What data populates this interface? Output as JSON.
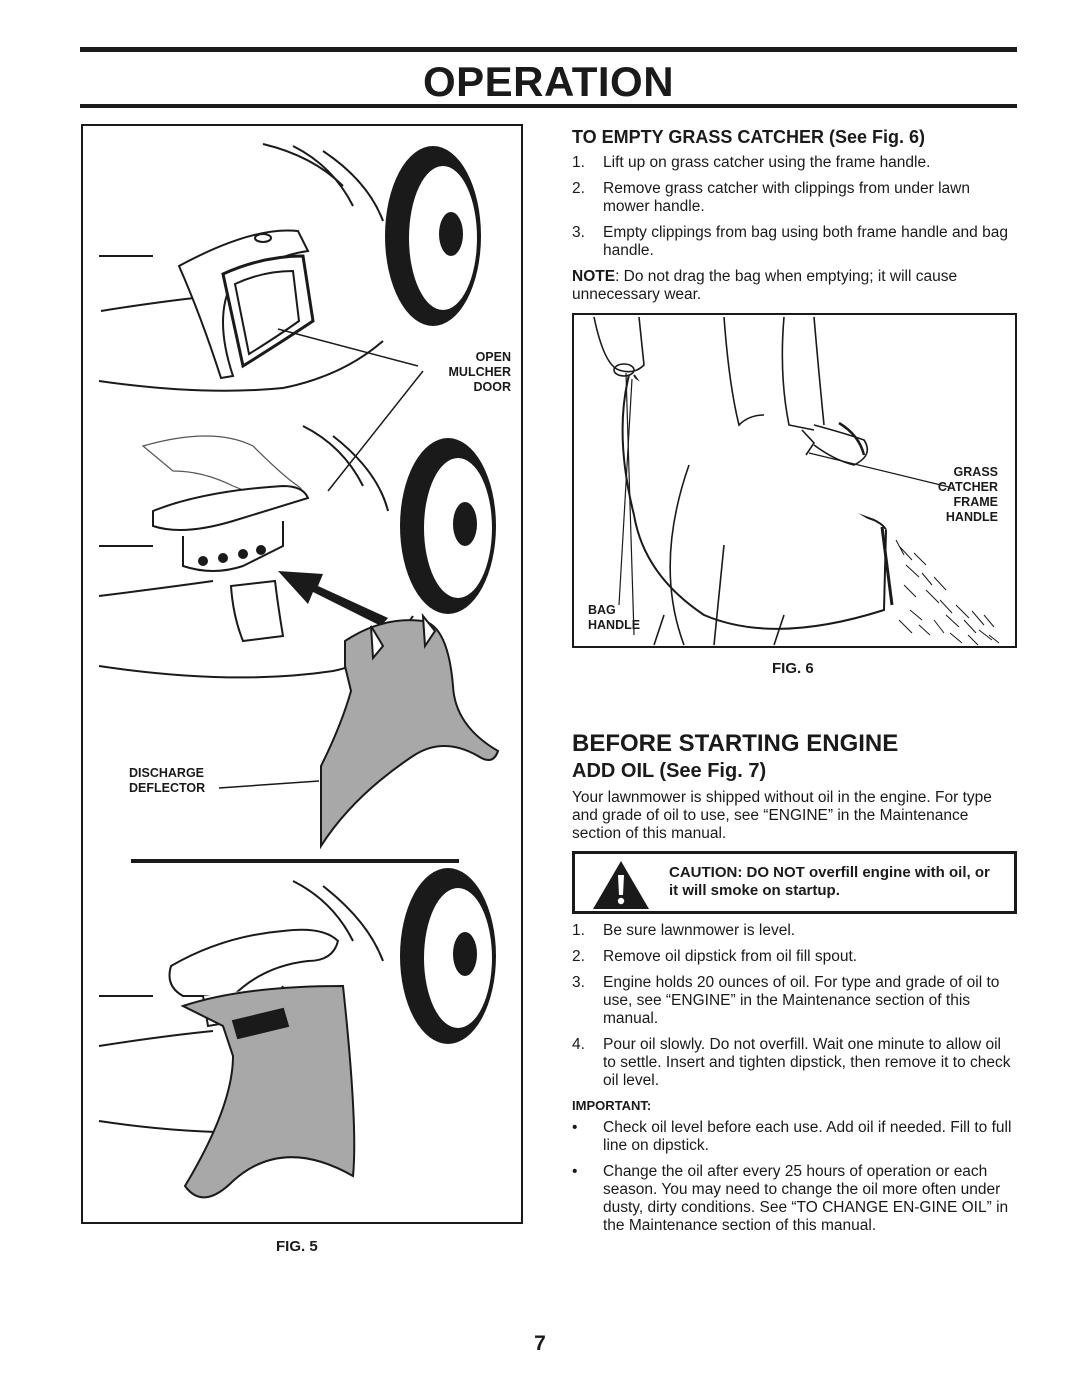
{
  "header": {
    "title": "OPERATION"
  },
  "fig5": {
    "caption": "FIG. 5",
    "callouts": {
      "open_mulcher_door": [
        "OPEN",
        "MULCHER",
        "DOOR"
      ],
      "discharge_deflector": [
        "DISCHARGE",
        "DEFLECTOR"
      ]
    }
  },
  "empty_catcher": {
    "heading": "TO EMPTY GRASS CATCHER (See Fig. 6)",
    "steps": [
      {
        "num": "1.",
        "text": "Lift up on grass catcher using the frame handle."
      },
      {
        "num": "2.",
        "text": "Remove grass catcher with clippings from under lawn mower handle."
      },
      {
        "num": "3.",
        "text": "Empty clippings from bag using both frame handle and bag handle."
      }
    ],
    "note_label": "NOTE",
    "note_text": ":  Do not drag the bag when emptying;  it will cause unnecessary wear."
  },
  "fig6": {
    "caption": "FIG. 6",
    "callouts": {
      "grass_catcher_frame_handle": [
        "GRASS",
        "CATCHER",
        "FRAME",
        "HANDLE"
      ],
      "bag_handle": [
        "BAG",
        "HANDLE"
      ]
    }
  },
  "before_starting": {
    "heading": "BEFORE STARTING ENGINE",
    "subheading": "ADD OIL (See Fig. 7)",
    "intro": "Your lawnmower is shipped without oil in the engine. For type and grade of oil to use, see “ENGINE” in the Maintenance section of this manual.",
    "caution": "CAUTION: DO NOT overfill engine with oil, or it will smoke on startup.",
    "steps": [
      {
        "num": "1.",
        "text": "Be sure lawnmower is level."
      },
      {
        "num": "2.",
        "text": "Remove oil dipstick from oil fill spout."
      },
      {
        "num": "3.",
        "text": "Engine holds 20 ounces of oil.  For type and grade of oil to use, see “ENGINE” in the Maintenance section of this manual."
      },
      {
        "num": "4.",
        "text": "Pour oil slowly. Do not overfill. Wait one minute to allow oil to settle.  Insert and tighten dipstick, then remove it to check oil level."
      }
    ],
    "important_label": "IMPORTANT:",
    "bullets": [
      {
        "mark": "•",
        "text": "Check oil level before each use.  Add oil if needed.  Fill to full line on dipstick."
      },
      {
        "mark": "•",
        "text": "Change the oil after every 25 hours of operation or each season.  You may need to change the oil more often under dusty, dirty conditions.  See “TO CHANGE EN-GINE OIL” in the Maintenance section of this manual."
      }
    ]
  },
  "footer": {
    "page_number": "7"
  }
}
